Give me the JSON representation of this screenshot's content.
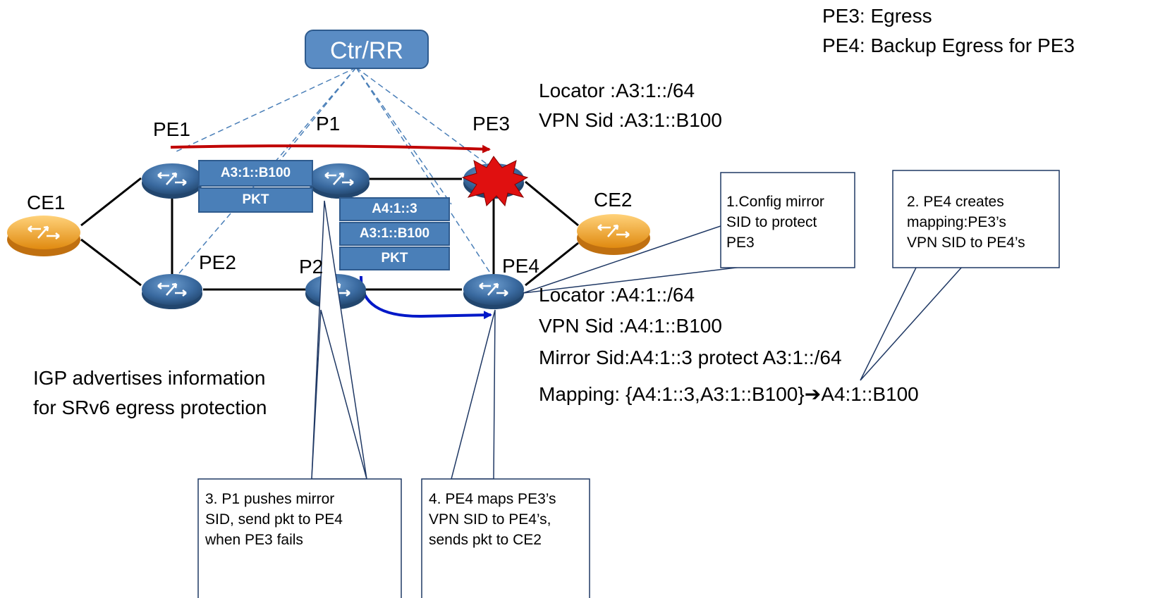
{
  "roles": {
    "pe3": "PE3: Egress",
    "pe4": "PE4: Backup Egress for PE3"
  },
  "controller": {
    "label": "Ctr/RR"
  },
  "nodes": {
    "pe1": "PE1",
    "p1": "P1",
    "pe3": "PE3",
    "ce1": "CE1",
    "ce2": "CE2",
    "pe2": "PE2",
    "p2": "P2",
    "pe4": "PE4"
  },
  "packets": {
    "stack1": [
      "A3:1::B100",
      "PKT"
    ],
    "stack2": [
      "A4:1::3",
      "A3:1::B100",
      "PKT"
    ]
  },
  "pe3_info": {
    "locator": "Locator :A3:1::/64",
    "vpn_sid": "VPN Sid :A3:1::B100"
  },
  "pe4_info": {
    "locator": "Locator :A4:1::/64",
    "vpn_sid": "VPN Sid :A4:1::B100",
    "mirror": "Mirror Sid:A4:1::3   protect A3:1::/64",
    "mapping": "Mapping: {A4:1::3,A3:1::B100}",
    "mapping_arrow": "➔",
    "mapping_target": "A4:1::B100"
  },
  "igp_note": {
    "line1": "IGP advertises information",
    "line2": "for SRv6 egress protection"
  },
  "callouts": {
    "c1": [
      "1.Config mirror",
      "SID to protect",
      "PE3"
    ],
    "c2": [
      "2. PE4 creates",
      "mapping:PE3’s",
      "VPN SID to PE4’s"
    ],
    "c3": [
      "3.  P1 pushes mirror",
      "SID, send pkt to PE4",
      "when PE3 fails"
    ],
    "c4": [
      "4. PE4 maps PE3’s",
      "VPN SID to PE4’s,",
      "sends pkt to CE2"
    ]
  },
  "colors": {
    "router": "#2f5b8e",
    "ce": "#f0a020",
    "packet": "#4a7fb8",
    "primary_path": "#c00000",
    "backup_path": "#0018c8",
    "rr_links": "#4a7fb8",
    "failure": "#e01010"
  }
}
